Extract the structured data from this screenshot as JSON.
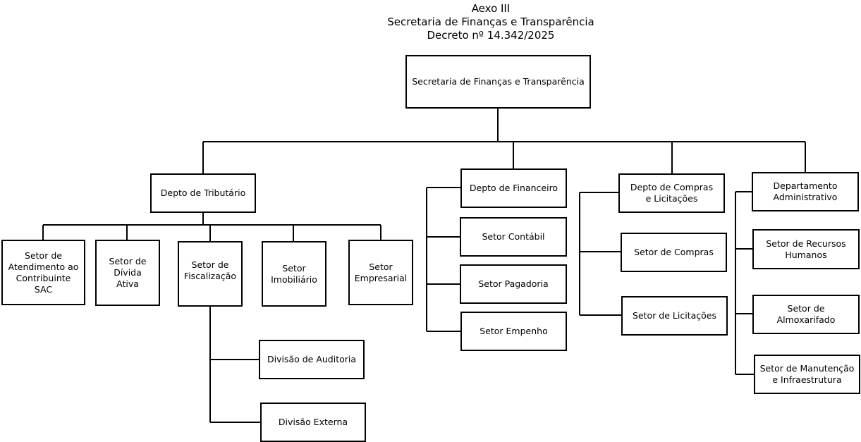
{
  "header": {
    "line1": "Aexo III",
    "line2": "Secretaria de Finanças e Transparência",
    "line3": "Decreto nº 14.342/2025"
  },
  "nodes": {
    "root": "Secretaria de Finanças e Transparência",
    "tributario": "Depto de Tributário",
    "sac": "Setor de\nAtendimento ao\nContribuinte\nSAC",
    "divida": "Setor de\nDívida\nAtiva",
    "fiscalizacao": "Setor de\nFiscalização",
    "imobiliario": "Setor\nImobiliário",
    "empresarial": "Setor\nEmpresarial",
    "auditoria": "Divisão de Auditoria",
    "externa": "Divisão Externa",
    "financeiro": "Depto de Financeiro",
    "contabil": "Setor Contábil",
    "pagadoria": "Setor Pagadoria",
    "empenho": "Setor Empenho",
    "compras_lic": "Depto de Compras\ne Licitações",
    "compras": "Setor de Compras",
    "licitacoes": "Setor de Licitações",
    "administrativo": "Departamento\nAdministrativo",
    "rh": "Setor de Recursos\nHumanos",
    "almoxarifado": "Setor de\nAlmoxarifado",
    "manutencao": "Setor de Manutenção\ne Infraestrutura"
  }
}
